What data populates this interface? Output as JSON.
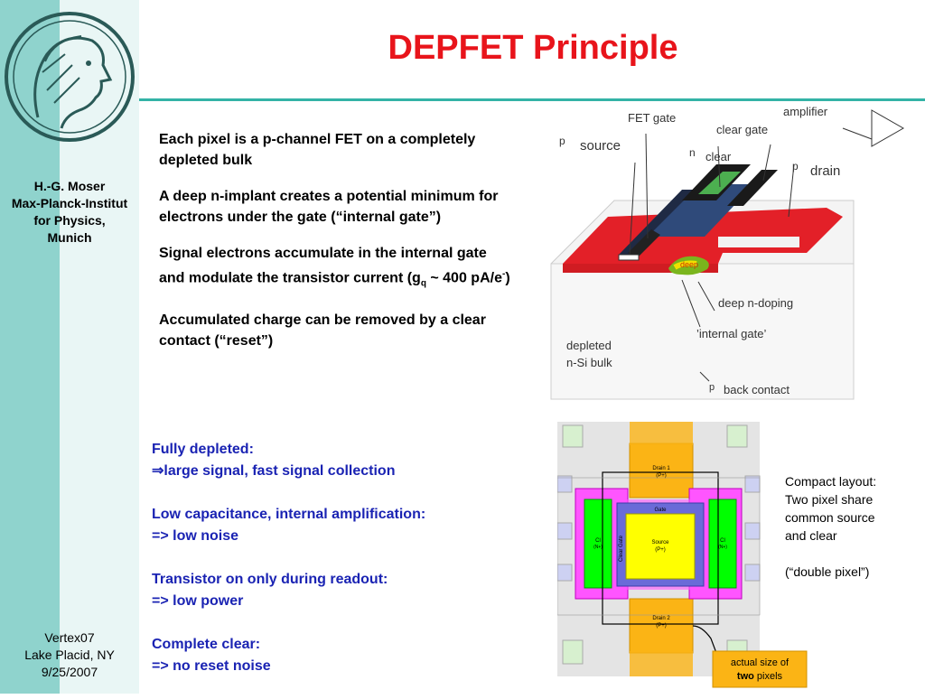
{
  "title": "DEPFET Principle",
  "sidebar": {
    "author": [
      "H.-G. Moser",
      "Max-Planck-Institut",
      "for Physics,",
      "Munich"
    ],
    "conference": [
      "Vertex07",
      "Lake Placid, NY",
      "9/25/2007"
    ]
  },
  "main_points": [
    "Each pixel is a p-channel FET on a completely depleted bulk",
    "A deep n-implant creates a potential minimum for electrons under the gate (“internal gate”)",
    "Accumulated charge can be removed by a clear contact (“reset”)"
  ],
  "signal_point": {
    "text": "Signal electrons accumulate in the internal gate and modulate the transistor current (g",
    "sub": "q",
    "mid": " ~ 400 pA/e",
    "sup": "-",
    "end": ")"
  },
  "benefits": [
    {
      "head": "Fully depleted:",
      "detail": "⇒large signal, fast signal collection"
    },
    {
      "head": "Low capacitance,  internal amplification:",
      "detail": " => low noise"
    },
    {
      "head": "Transistor on only during readout:",
      "detail": "=> low power"
    },
    {
      "head": "Complete clear:",
      "detail": "=> no reset noise"
    }
  ],
  "layout_note": {
    "lines": [
      "Compact layout:",
      "Two pixel share",
      "common source",
      "and clear"
    ],
    "double": "(“double pixel”)"
  },
  "device_figure": {
    "labels": {
      "p_source_p": "p",
      "p_source_name": "source",
      "fet_gate": "FET gate",
      "clear_gate": "clear gate",
      "amplifier": "amplifier",
      "n_clear_n": "n",
      "n_clear_name": "clear",
      "p_drain_p": "p",
      "p_drain_name": "drain",
      "deep": "deep",
      "deep_n_doping": "deep n-doping",
      "internal_gate": "’internal gate’",
      "depleted_1": "depleted",
      "depleted_2": "n-Si bulk",
      "p_back": "p",
      "back_contact": "back contact"
    }
  },
  "layout_figure": {
    "labels": {
      "drain1": "Drain 1",
      "drain1_type": "(P+)",
      "gate": "Gate",
      "source": "Source",
      "source_type": "(P+)",
      "clear_gate_v": "Clear Gate",
      "cl_left": "Cl",
      "cl_left_type": "(N+)",
      "cl_right": "Cl",
      "cl_right_type": "(N+)",
      "drain2": "Drain 2",
      "drain2_type": "(P+)",
      "actual_1": "actual size of",
      "actual_2a": "two",
      "actual_2b": " pixels"
    },
    "colors": {
      "drain": "#fbb415",
      "source": "#ffff00",
      "gate": "#6a6bd8",
      "clear": "#00ff00",
      "clear_gate": "#ff33ff"
    }
  }
}
